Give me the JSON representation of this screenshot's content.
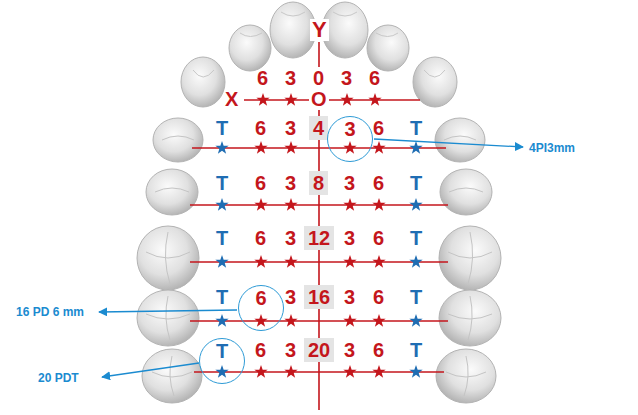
{
  "diagram": {
    "nodes": [
      {
        "text": [
          "4"
        ]
      },
      {
        "text": [
          "3"
        ]
      },
      {
        "text": [
          "8"
        ]
      },
      {
        "text": [
          "12"
        ]
      },
      {
        "text": [
          "6"
        ]
      },
      {
        "text": [
          "16"
        ]
      },
      {
        "text": [
          "T"
        ]
      },
      {
        "text": [
          "20"
        ]
      }
    ],
    "labels": [
      "Y",
      "6",
      "3",
      "0",
      "3",
      "6",
      "X",
      "O",
      "T",
      "6",
      "3",
      "6",
      "T",
      "4PI3mm",
      "T",
      "6",
      "3",
      "3",
      "6",
      "T",
      "T",
      "6",
      "3",
      "3",
      "6",
      "T",
      "16 PD 6 mm",
      "T",
      "3",
      "3",
      "6",
      "T",
      "20 PDT",
      "6",
      "3",
      "3",
      "6",
      "T"
    ]
  }
}
